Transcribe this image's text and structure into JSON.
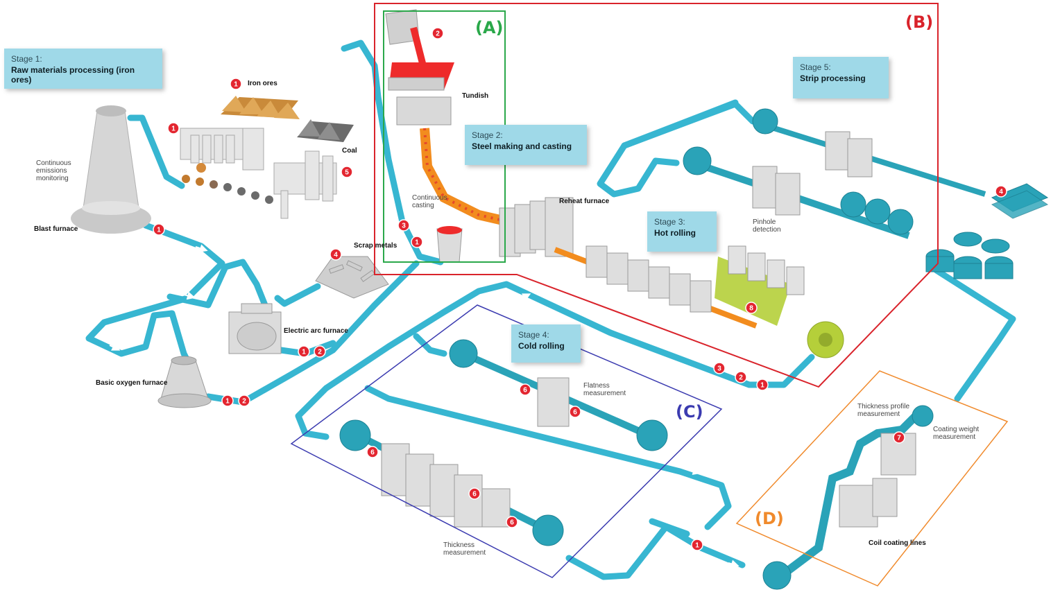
{
  "stages": [
    {
      "number": "Stage 1:",
      "title": "Raw materials processing (iron ores)"
    },
    {
      "number": "Stage 2:",
      "title": "Steel making and casting"
    },
    {
      "number": "Stage 3:",
      "title": "Hot rolling"
    },
    {
      "number": "Stage 4:",
      "title": "Cold rolling"
    },
    {
      "number": "Stage 5:",
      "title": "Strip processing"
    }
  ],
  "labels": {
    "iron_ores": "Iron ores",
    "coal": "Coal",
    "cem_1": "Continuous",
    "cem_2": "emissions",
    "cem_3": "monitoring",
    "blast_furnace": "Blast furnace",
    "scrap_metals": "Scrap metals",
    "electric_arc_furnace": "Electric arc furnace",
    "basic_oxygen_furnace": "Basic oxygen furnace",
    "tundish": "Tundish",
    "continuous_casting_1": "Continuous",
    "continuous_casting_2": "casting",
    "reheat_furnace": "Reheat furnace",
    "pinhole_1": "Pinhole",
    "pinhole_2": "detection",
    "flatness_1": "Flatness",
    "flatness_2": "measurement",
    "thickness_1": "Thickness",
    "thickness_2": "measurement",
    "thickness_profile_1": "Thickness profile",
    "thickness_profile_2": "measurement",
    "coating_weight_1": "Coating weight",
    "coating_weight_2": "measurement",
    "coil_coating": "Coil coating lines"
  },
  "regions": {
    "a": {
      "label": "(A)",
      "color": "#2aa84a"
    },
    "b": {
      "label": "(B)",
      "color": "#d9232b"
    },
    "c": {
      "label": "(C)",
      "color": "#3b3bb0"
    },
    "d": {
      "label": "(D)",
      "color": "#f08a2c"
    }
  },
  "badge_numbers": {
    "one": "1",
    "two": "2",
    "three": "3",
    "four": "4",
    "five": "5",
    "six": "6",
    "seven": "7",
    "eight": "8"
  },
  "colors": {
    "pipe": "#37b6d1",
    "badge": "#e32630",
    "machine": "#dcdcdc",
    "steel_hot": "#f28c1e",
    "molten": "#ee2b2b",
    "coil": "#2aa3b8",
    "stage_box": "#9fd9e8",
    "coil_yellow": "#b5cf3a"
  }
}
